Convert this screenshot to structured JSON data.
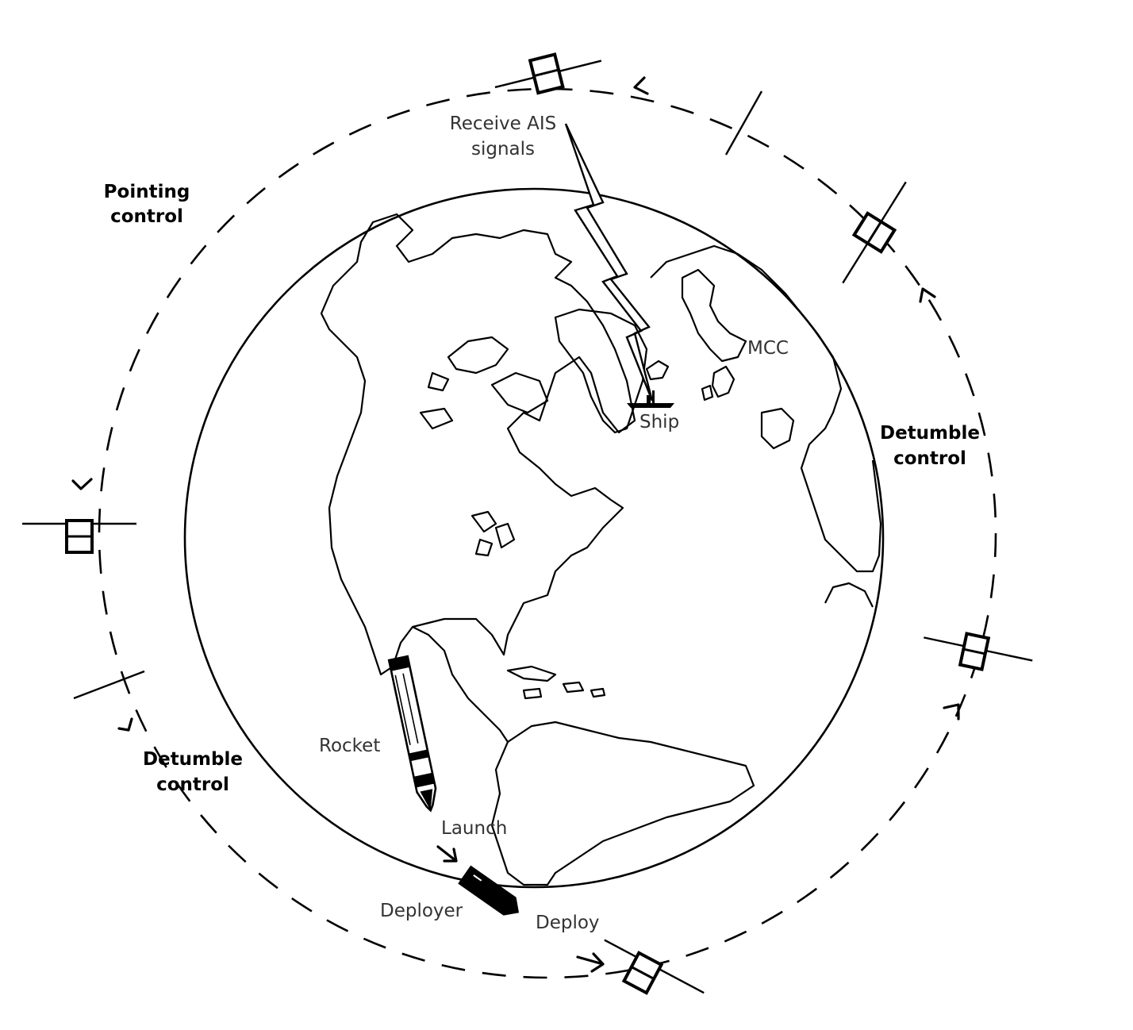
{
  "labels": {
    "receive_ais_line1": "Receive AIS",
    "receive_ais_line2": "signals",
    "pointing_line1": "Pointing",
    "pointing_line2": "control",
    "detumble_right_line1": "Detumble",
    "detumble_right_line2": "control",
    "detumble_left_line1": "Detumble",
    "detumble_left_line2": "control",
    "mcc": "MCC",
    "ship": "Ship",
    "rocket": "Rocket",
    "launch": "Launch",
    "deployer": "Deployer",
    "deploy": "Deploy"
  },
  "icons": [
    "earth-globe-icon",
    "satellite-icon",
    "rocket-icon",
    "deployer-icon",
    "ship-icon",
    "lightning-bolt-icon",
    "direction-arrow-icon"
  ],
  "colors": {
    "line": "#000000",
    "text": "#333333",
    "background": "#ffffff"
  }
}
